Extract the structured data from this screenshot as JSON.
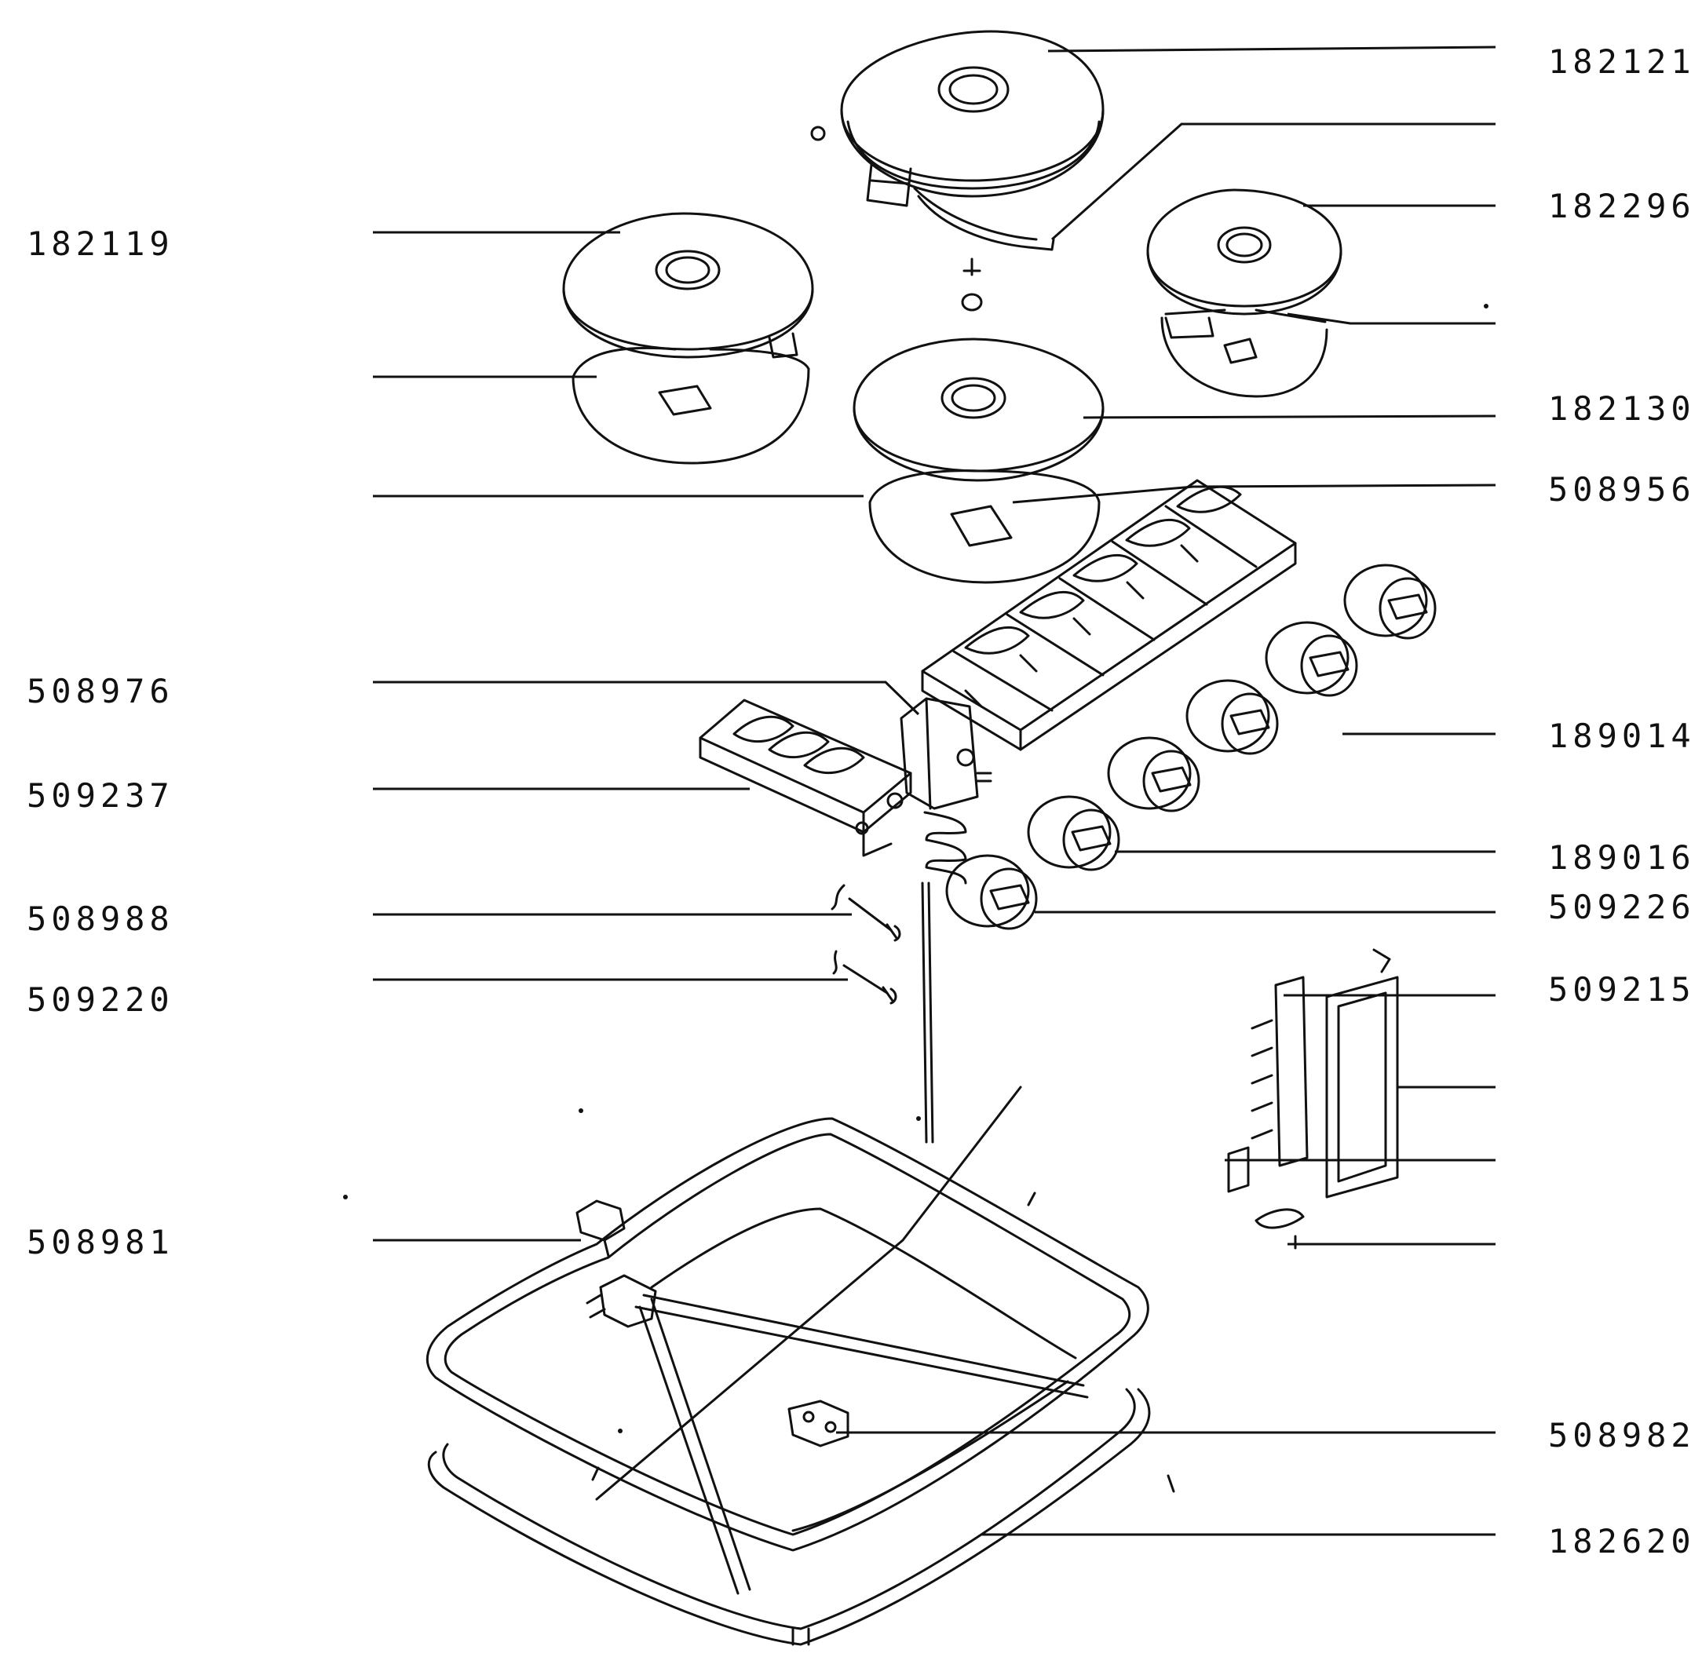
{
  "diagram": {
    "labels_left": [
      "182119",
      "508976",
      "509237",
      "508988",
      "509220",
      "508981"
    ],
    "labels_right": [
      "182121",
      "182296",
      "182130",
      "508956",
      "189014",
      "189016",
      "509226",
      "509215",
      "508982",
      "182620"
    ]
  }
}
